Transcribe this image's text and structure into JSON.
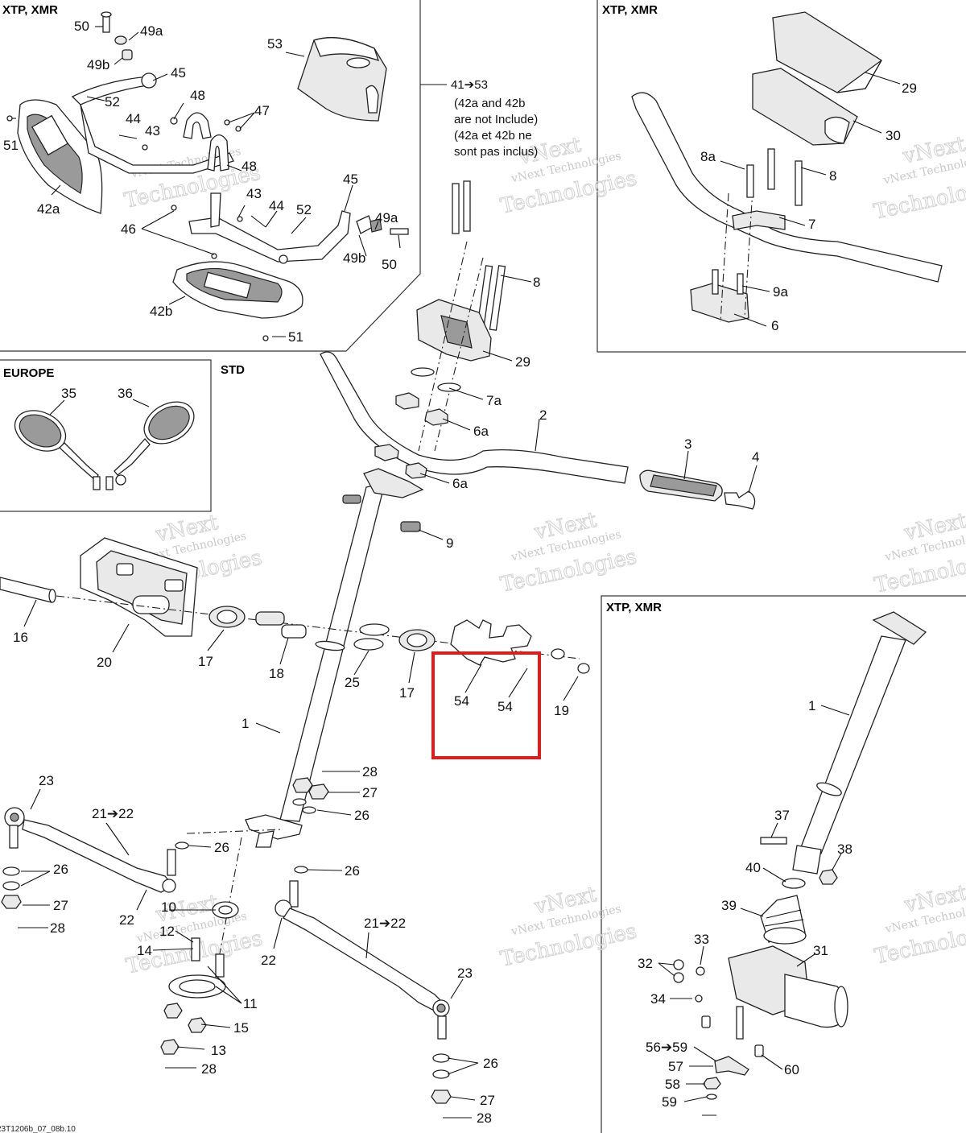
{
  "sections": {
    "top_left_title": "XTP, XMR",
    "top_right_title": "XTP, XMR",
    "europe_title": "EUROPE",
    "std_title": "STD",
    "bottom_right_title": "XTP, XMR"
  },
  "kit_note": {
    "range": "41➔53",
    "line1": "(42a and 42b",
    "line2": "are not Include)",
    "line3": "(42a et 42b ne",
    "line4": "sont pas inclus)"
  },
  "watermark": {
    "brand_small": "vNext Technologies",
    "brand_line1": "vNext",
    "brand_line2": "Technologies"
  },
  "figure_code": "23T1206b_07_08b.10",
  "highlight": {
    "color": "#e01b1b",
    "labels": [
      "54",
      "54"
    ]
  },
  "callouts": {
    "c50a": "50",
    "c49a_a": "49a",
    "c49b_a": "49b",
    "c45a": "45",
    "c52a": "52",
    "c44a": "44",
    "c43a": "43",
    "c48a": "48",
    "c47": "47",
    "c51a": "51",
    "c48b": "48",
    "c42a": "42a",
    "c53": "53",
    "c45b": "45",
    "c43b": "43",
    "c44b": "44",
    "c52b": "52",
    "c46": "46",
    "c49a_b": "49a",
    "c49b_b": "49b",
    "c50b": "50",
    "c42b": "42b",
    "c51b": "51",
    "c29a": "29",
    "c30": "30",
    "c8a": "8a",
    "c8b": "8",
    "c7": "7",
    "c9a": "9a",
    "c6": "6",
    "c35": "35",
    "c36": "36",
    "c8c": "8",
    "c29b": "29",
    "c7a": "7a",
    "c6a_a": "6a",
    "c2": "2",
    "c3": "3",
    "c4": "4",
    "c6a_b": "6a",
    "c9": "9",
    "c16": "16",
    "c20": "20",
    "c17a": "17",
    "c18": "18",
    "c25": "25",
    "c17b": "17",
    "c19": "19",
    "c1a": "1",
    "c28a": "28",
    "c27a": "27",
    "c26a": "26",
    "c23a": "23",
    "c2122a": "21➔22",
    "c26b": "26",
    "c26c": "26",
    "c26d": "26",
    "c27b": "27",
    "c28b": "28",
    "c22a": "22",
    "c10": "10",
    "c12": "12",
    "c14": "14",
    "c11": "11",
    "c15": "15",
    "c13": "13",
    "c28c": "28",
    "c22b": "22",
    "c2122b": "21➔22",
    "c23b": "23",
    "c26e": "26",
    "c27c": "27",
    "c28d": "28",
    "c1b": "1",
    "c37": "37",
    "c38": "38",
    "c40": "40",
    "c39": "39",
    "c33": "33",
    "c31": "31",
    "c32": "32",
    "c34": "34",
    "c5659": "56➔59",
    "c57": "57",
    "c58": "58",
    "c59": "59",
    "c60": "60"
  }
}
